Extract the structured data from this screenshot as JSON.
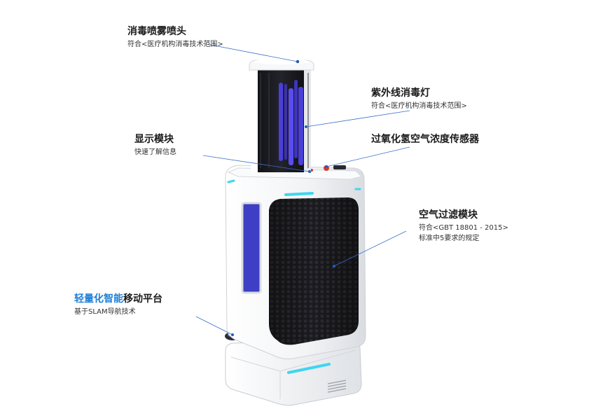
{
  "colors": {
    "accent": "#1e7fd6",
    "cyan_glow": "#3fd6f0",
    "uv_tube": "#4a3fd8",
    "body_white": "#f4f5f7",
    "filter_dark": "#1c1c1e"
  },
  "callouts": {
    "nozzle": {
      "title": "消毒喷雾喷头",
      "desc": "符合<医疗机构消毒技术范围>"
    },
    "uv_lamp": {
      "title": "紫外线消毒灯",
      "desc": "符合<医疗机构消毒技术范围>"
    },
    "display": {
      "title": "显示模块",
      "desc": "快速了解信息"
    },
    "sensor": {
      "title": "过氧化氢空气浓度传感器"
    },
    "filter": {
      "title": "空气过滤模块",
      "desc1": "符合<GBT 18801 - 2015>",
      "desc2": "标准中5要求的规定"
    },
    "platform": {
      "title_highlight": "轻量化智能",
      "title_rest": "移动平台",
      "desc": "基于SLAM导航技术"
    }
  }
}
